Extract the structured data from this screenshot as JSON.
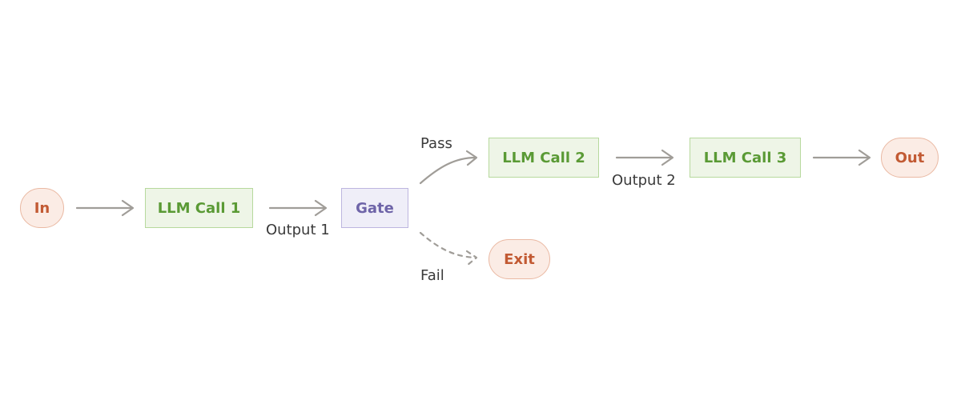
{
  "diagram": {
    "nodes": {
      "in": "In",
      "llm_call_1": "LLM Call 1",
      "gate": "Gate",
      "llm_call_2": "LLM Call 2",
      "llm_call_3": "LLM Call 3",
      "out": "Out",
      "exit": "Exit"
    },
    "edge_labels": {
      "output_1": "Output 1",
      "pass": "Pass",
      "fail": "Fail",
      "output_2": "Output 2"
    },
    "colors": {
      "terminal_text": "#c25a33",
      "llm_text": "#5a9a35",
      "gate_text": "#6e64a8",
      "arrow": "#a09d98"
    }
  }
}
